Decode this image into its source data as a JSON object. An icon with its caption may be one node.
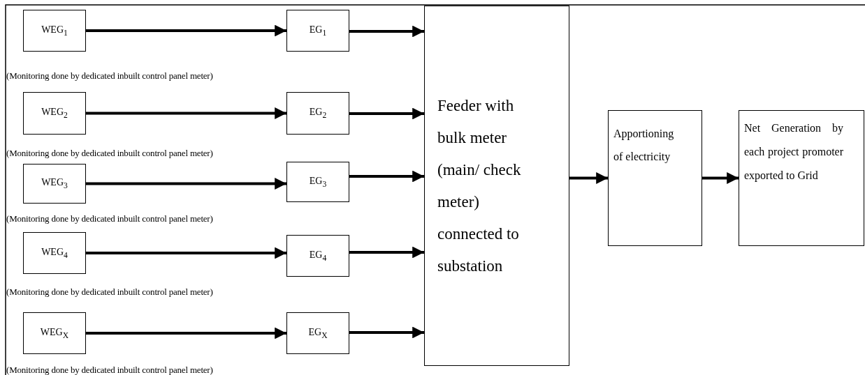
{
  "diagram": {
    "nodes": [
      {
        "text": [
          "WEG$_{1}$"
        ]
      },
      {
        "text": [
          "EG$_{1}$"
        ]
      },
      {
        "text": [
          "WEG$_{2}$"
        ]
      },
      {
        "text": [
          "EG$_{2}$"
        ]
      },
      {
        "text": [
          "WEG$_{3}$"
        ]
      },
      {
        "text": [
          "EG$_{3}$"
        ]
      },
      {
        "text": [
          "WEG$_{4}$"
        ]
      },
      {
        "text": [
          "EG$_{4}$"
        ]
      },
      {
        "text": [
          "WEG$_{X}$"
        ]
      },
      {
        "text": [
          "EG$_{X}$"
        ]
      },
      {
        "text": [
          "Feeder with bulk meter (main/ check meter) connected to substation"
        ]
      },
      {
        "text": [
          "Apportioning of electricity"
        ]
      },
      {
        "text": [
          "Net Generation by each project promoter exported to Grid"
        ]
      }
    ],
    "edges": [
      {
        "from": 0,
        "to": 1,
        "arrow": "to"
      },
      {
        "from": 1,
        "to": 10,
        "arrow": "to"
      },
      {
        "from": 2,
        "to": 3,
        "arrow": "to"
      },
      {
        "from": 3,
        "to": 10,
        "arrow": "to"
      },
      {
        "from": 4,
        "to": 5,
        "arrow": "to"
      },
      {
        "from": 5,
        "to": 10,
        "arrow": "to"
      },
      {
        "from": 6,
        "to": 7,
        "arrow": "to"
      },
      {
        "from": 7,
        "to": 10,
        "arrow": "to"
      },
      {
        "from": 8,
        "to": 9,
        "arrow": "to"
      },
      {
        "from": 9,
        "to": 10,
        "arrow": "to"
      },
      {
        "from": 10,
        "to": 11,
        "arrow": "to"
      },
      {
        "from": 11,
        "to": 12,
        "arrow": "to"
      }
    ],
    "labels": [
      "(Monitoring done by dedicated inbuilt control panel meter)",
      "(Monitoring done by dedicated inbuilt control panel meter)",
      "(Monitoring done by dedicated inbuilt control panel meter)",
      "(Monitoring done by dedicated inbuilt control panel meter)",
      "(Monitoring done by dedicated inbuilt control panel meter)"
    ]
  }
}
